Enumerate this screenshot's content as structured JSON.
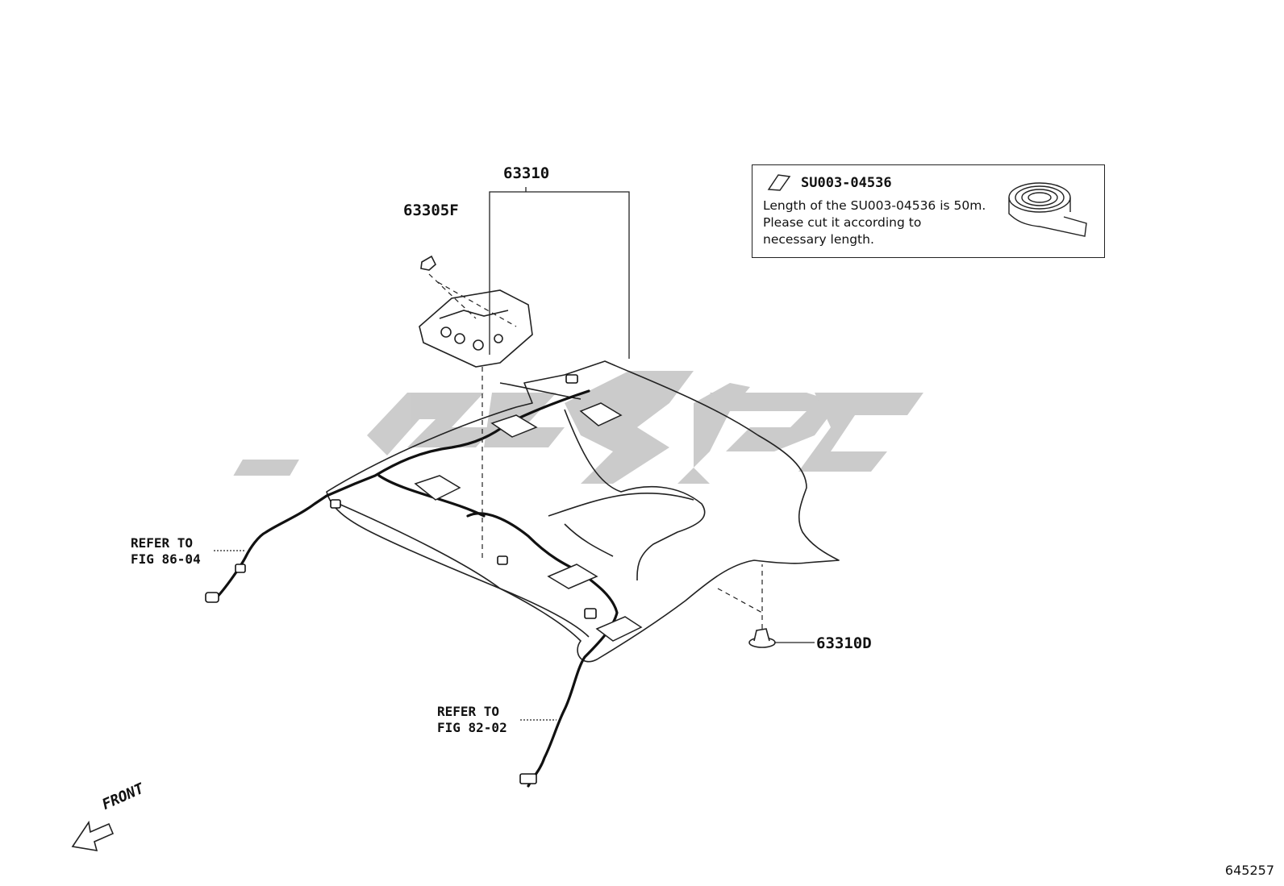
{
  "labels": {
    "part_main": "63310",
    "part_lamp": "63305F",
    "part_clip": "63310D",
    "refer_left_line1": "REFER TO",
    "refer_left_line2": "FIG 86-04",
    "refer_bottom_line1": "REFER TO",
    "refer_bottom_line2": "FIG 82-02",
    "front": "FRONT",
    "figure_id": "645257"
  },
  "note": {
    "code": "SU003-04536",
    "lines": [
      "Length of the SU003-04536 is 50m.",
      "Please cut it according to",
      "necessary length."
    ]
  },
  "icons": [
    "diamond-icon",
    "tape-roll-icon",
    "front-arrow-icon",
    "watermark-logo"
  ],
  "colors": {
    "line": "#222222",
    "watermark": "#c8c8c8",
    "background": "#ffffff"
  }
}
